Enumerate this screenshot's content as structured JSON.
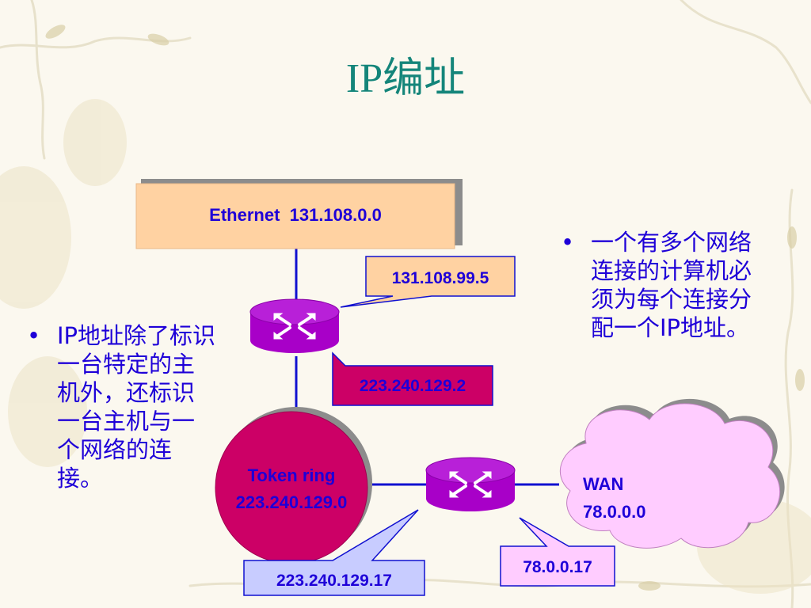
{
  "slide": {
    "title": "IP编址"
  },
  "colors": {
    "title": "#14857a",
    "text_blue": "#1e00d8",
    "router": "#a800c8",
    "ethernet_box": "#ffd2a2",
    "token_ring": "#cc0066",
    "wan_cloud": "#ffccff",
    "callout_blue": "#c8ccff",
    "callout_peach": "#ffd2a2"
  },
  "diagram": {
    "ethernet_label": "Ethernet  131.108.0.0",
    "token_ring_line1": "Token ring",
    "token_ring_line2": "223.240.129.0",
    "wan_line1": "WAN",
    "wan_line2": "78.0.0.0",
    "router1_eth_ip": "131.108.99.5",
    "router1_ring_ip": "223.240.129.2",
    "router2_ring_ip": "223.240.129.17",
    "router2_wan_ip": "78.0.0.17"
  },
  "bullets": {
    "left": [
      "IP地址除了标识一台特定的主机外，还标识一台主机与一个网络的连接。"
    ],
    "right": [
      "一个有多个网络连接的计算机必须为每个连接分配一个IP地址。"
    ]
  }
}
